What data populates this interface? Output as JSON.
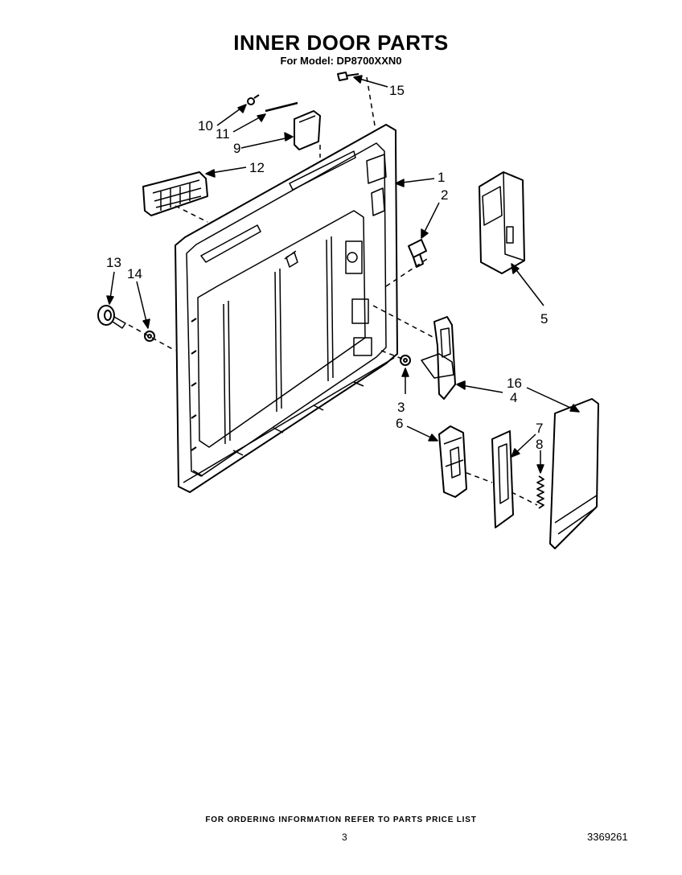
{
  "header": {
    "title": "INNER DOOR PARTS",
    "model_line": "For Model: DP8700XXN0"
  },
  "callouts": {
    "c1": "1",
    "c2": "2",
    "c3": "3",
    "c4": "4",
    "c5": "5",
    "c6": "6",
    "c7": "7",
    "c8": "8",
    "c9": "9",
    "c10": "10",
    "c11": "11",
    "c12": "12",
    "c13": "13",
    "c14": "14",
    "c15": "15",
    "c16": "16"
  },
  "footer": {
    "ordering_note": "FOR ORDERING INFORMATION REFER TO PARTS PRICE LIST",
    "page_number": "3",
    "document_number": "3369261"
  }
}
